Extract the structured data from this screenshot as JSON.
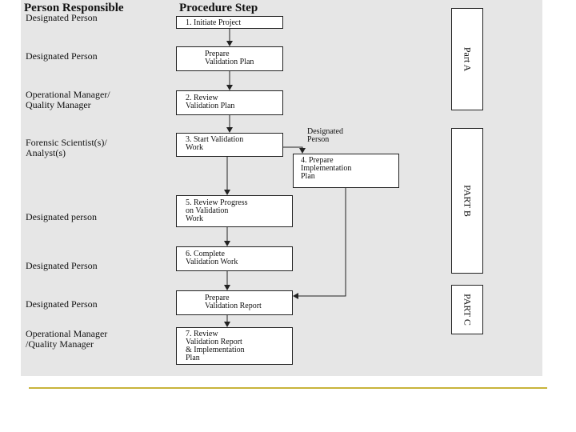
{
  "headers": {
    "person": "Person Responsible",
    "procedure": "Procedure Step"
  },
  "roles": [
    "Designated Person",
    "Designated Person",
    "Operational Manager/\nQuality Manager",
    "Forensic Scientist(s)/\nAnalyst(s)",
    "Designated person",
    "Designated Person",
    "Designated Person",
    "Operational Manager\n/Quality Manager"
  ],
  "steps": [
    "1. Initiate Project",
    "Prepare\nValidation Plan",
    "2. Review\nValidation Plan",
    "3. Start Validation\nWork",
    "4. Prepare\nImplementation\nPlan",
    "5. Review Progress\non Validation\nWork",
    "6. Complete\nValidation Work",
    "Prepare\nValidation Report",
    "7. Review\nValidation Report\n& Implementation\nPlan"
  ],
  "branch_label": "Designated\nPerson",
  "parts": [
    "Part A",
    "PART B",
    "PART C"
  ]
}
